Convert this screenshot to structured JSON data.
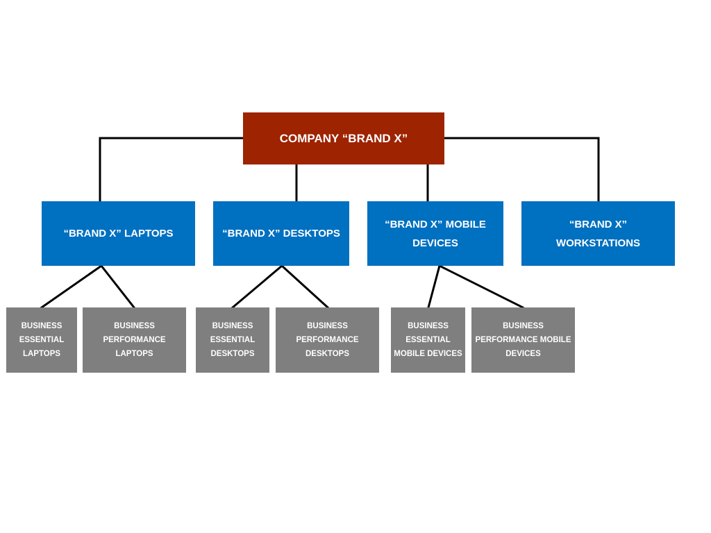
{
  "colors": {
    "root_fill": "#9E2300",
    "division_fill": "#0070C0",
    "product_fill": "#7F7F7F",
    "text": "#FFFFFF",
    "connector": "#000000"
  },
  "root": {
    "label": "COMPANY “BRAND X”"
  },
  "divisions": [
    {
      "label": "“BRAND X” LAPTOPS"
    },
    {
      "label": "“BRAND X” DESKTOPS"
    },
    {
      "label": "“BRAND X” MOBILE DEVICES"
    },
    {
      "label": "“BRAND X” WORKSTATIONS"
    }
  ],
  "products": [
    {
      "label": "BUSINESS ESSENTIAL LAPTOPS",
      "parent": 0
    },
    {
      "label": "BUSINESS PERFORMANCE LAPTOPS",
      "parent": 0
    },
    {
      "label": "BUSINESS ESSENTIAL DESKTOPS",
      "parent": 1
    },
    {
      "label": "BUSINESS PERFORMANCE DESKTOPS",
      "parent": 1
    },
    {
      "label": "BUSINESS ESSENTIAL MOBILE DEVICES",
      "parent": 2
    },
    {
      "label": "BUSINESS PERFORMANCE MOBILE DEVICES",
      "parent": 2
    }
  ]
}
